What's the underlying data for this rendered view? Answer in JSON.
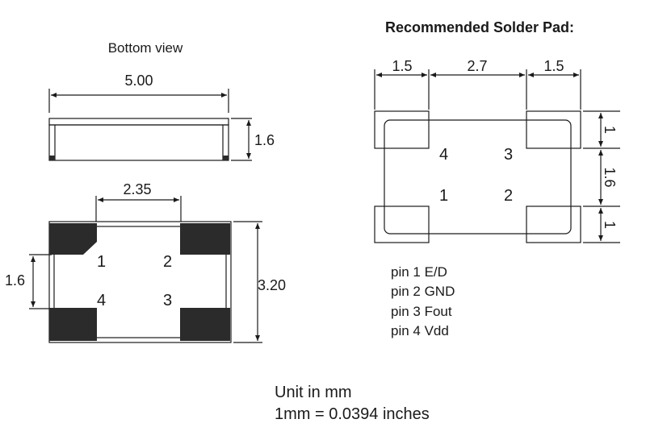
{
  "labels": {
    "bottom_view": "Bottom view",
    "solder_title": "Recommended Solder Pad:"
  },
  "package_dims": {
    "length": "5.00",
    "height": "1.6",
    "pad_spacing": "2.35",
    "pin_pitch": "1.6",
    "width": "3.20"
  },
  "package_pins": [
    "1",
    "2",
    "4",
    "3"
  ],
  "solder_dims": {
    "pad_left": "1.5",
    "gap": "2.7",
    "pad_right": "1.5",
    "pad_height_top": "1",
    "gap_vertical": "1.6",
    "pad_height_bottom": "1"
  },
  "solder_pins": [
    "4",
    "3",
    "1",
    "2"
  ],
  "pin_legend": [
    "pin 1 E/D",
    "pin 2 GND",
    "pin 3 Fout",
    "pin 4 Vdd"
  ],
  "units": {
    "line1": "Unit in mm",
    "line2": "1mm = 0.0394 inches"
  },
  "colors": {
    "line": "#1a1a1a",
    "pad_fill": "#2b2b2b"
  }
}
